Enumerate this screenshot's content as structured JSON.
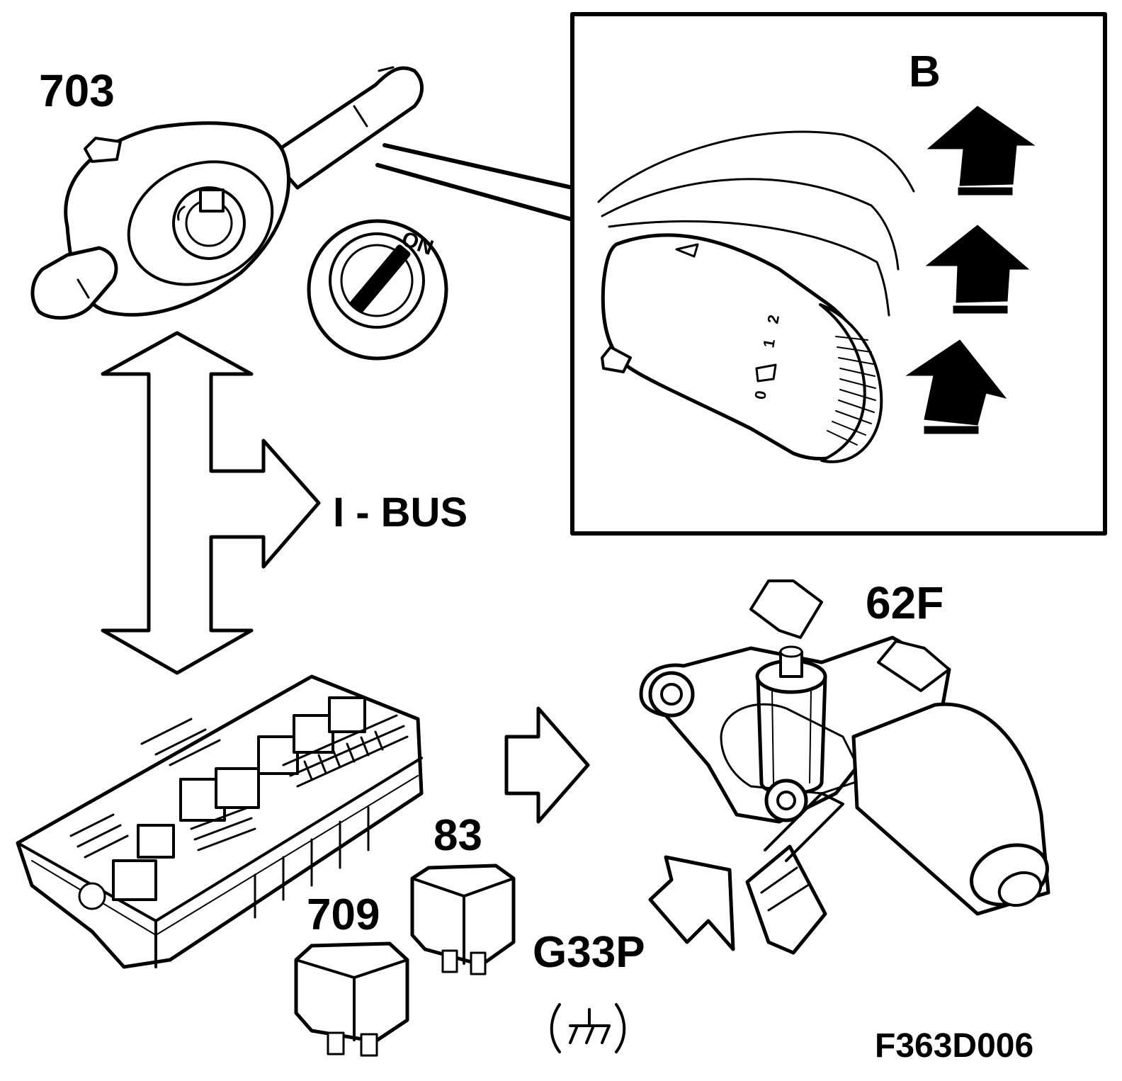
{
  "labels": {
    "stalk_switch": "703",
    "detail_view": "B",
    "ignition_on": "ON",
    "bus": "I - BUS",
    "wiper_motor": "62F",
    "relay_83": "83",
    "relay_709": "709",
    "ground_point": "G33P",
    "figure_code": "F363D006",
    "stalk_positions": [
      "2",
      "1",
      "0"
    ]
  },
  "colors": {
    "line": "#000000",
    "background": "#ffffff"
  },
  "icons": {
    "wiper_symbol": "wiper-icon",
    "ground_symbol": "ground-icon"
  }
}
